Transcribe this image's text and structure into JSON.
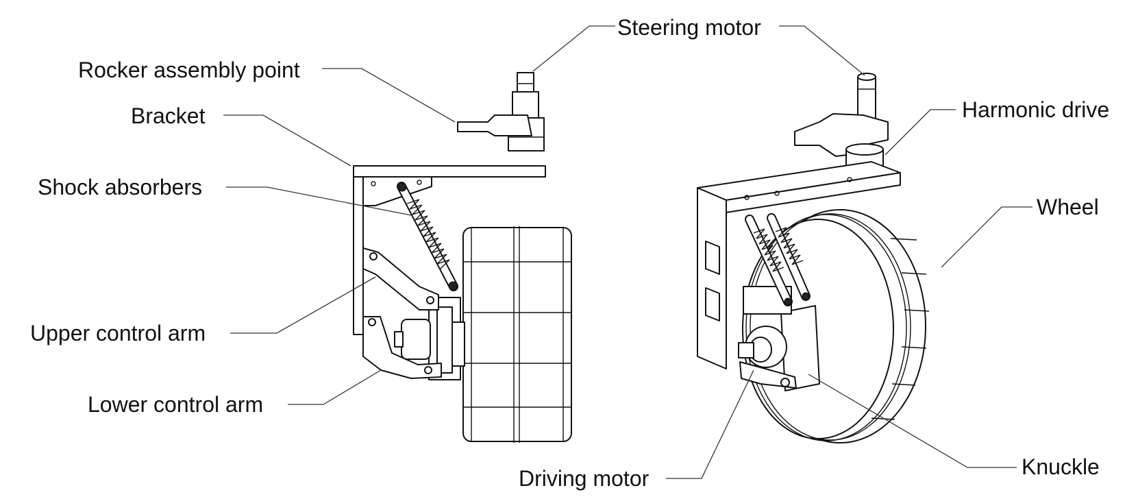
{
  "labels": {
    "steering_motor": "Steering motor",
    "rocker_assembly_point": "Rocker assembly point",
    "bracket": "Bracket",
    "shock_absorbers": "Shock absorbers",
    "upper_control_arm": "Upper control arm",
    "lower_control_arm": "Lower control arm",
    "driving_motor": "Driving motor",
    "harmonic_drive": "Harmonic drive",
    "wheel": "Wheel",
    "knuckle": "Knuckle"
  }
}
